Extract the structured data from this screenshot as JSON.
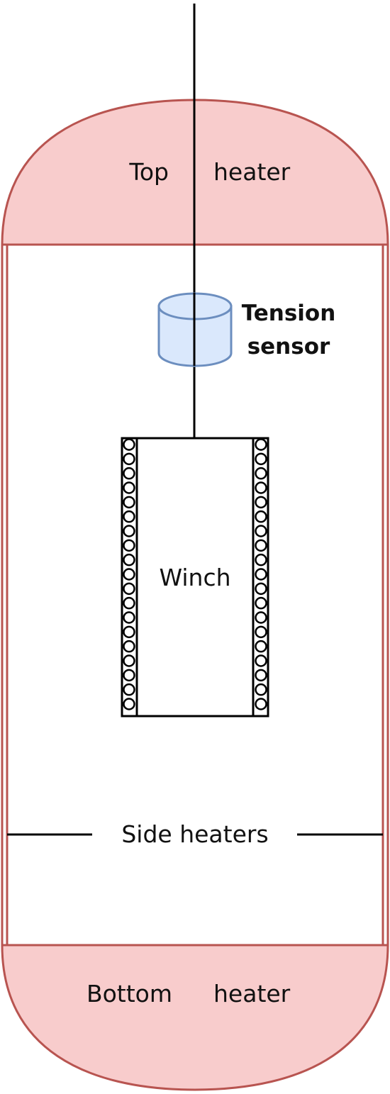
{
  "labels": {
    "top_heater_left": "Top",
    "top_heater_right": "heater",
    "tension_sensor_line1": "Tension",
    "tension_sensor_line2": "sensor",
    "winch": "Winch",
    "side_heaters": "Side heaters",
    "bottom_heater_left": "Bottom",
    "bottom_heater_right": "heater"
  },
  "colors": {
    "heater_fill": "#f8cccc",
    "heater_stroke": "#b85450",
    "sensor_fill": "#dae8fc",
    "sensor_stroke": "#6c8ebf",
    "line": "#000000"
  },
  "winch": {
    "coil_turns_per_side": 19
  }
}
